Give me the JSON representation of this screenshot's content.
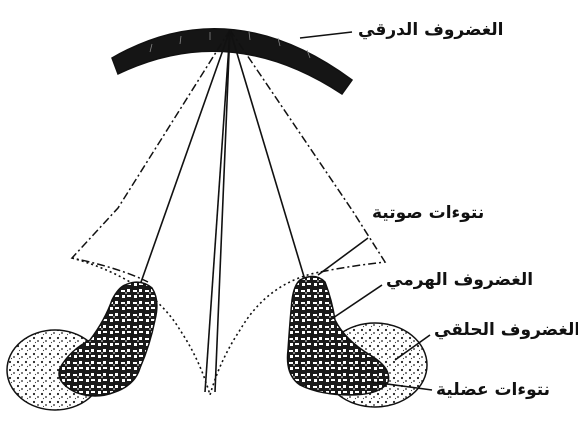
{
  "labels": {
    "thyroid_cartilage": "الغضروف الدرقي",
    "vocal_processes": "نتوءات صوتية",
    "arytenoid_cartilage": "الغضروف الهرمي",
    "cricoid_cartilage": "الغضروف الحلقي",
    "muscular_processes": "نتوءات عضلية"
  }
}
